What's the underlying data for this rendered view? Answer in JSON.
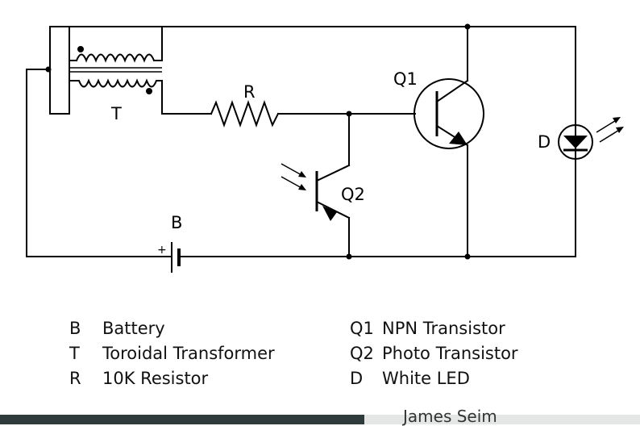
{
  "diagram": {
    "labels": {
      "transformer": "T",
      "resistor": "R",
      "q1": "Q1",
      "q2": "Q2",
      "battery": "B",
      "led": "D",
      "battery_polarity": "+"
    }
  },
  "legend": {
    "left": [
      {
        "code": "B",
        "text": "Battery"
      },
      {
        "code": "T",
        "text": "Toroidal Transformer"
      },
      {
        "code": "R",
        "text": "10K Resistor"
      }
    ],
    "right": [
      {
        "code": "Q1",
        "text": "NPN Transistor"
      },
      {
        "code": "Q2",
        "text": "Photo Transistor"
      },
      {
        "code": "D",
        "text": "White LED"
      }
    ]
  },
  "footer": {
    "text": "James Seim"
  }
}
